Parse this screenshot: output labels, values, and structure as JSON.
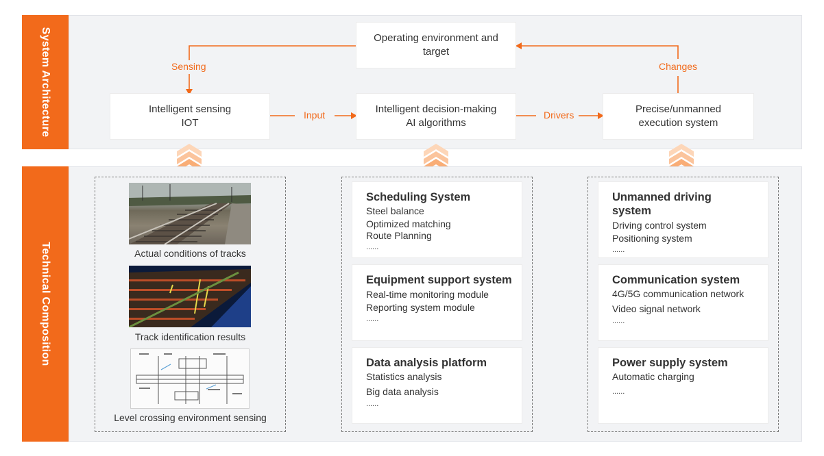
{
  "side_labels": {
    "top": "System Architecture",
    "bottom": "Technical Composition"
  },
  "architecture": {
    "environment": {
      "line1": "Operating environment and",
      "line2": "target"
    },
    "sensing_box": {
      "line1": "Intelligent sensing",
      "line2": "IOT"
    },
    "decision_box": {
      "line1": "Intelligent decision-making",
      "line2": "AI algorithms"
    },
    "execution_box": {
      "line1": "Precise/unmanned",
      "line2": "execution system"
    },
    "labels": {
      "sensing": "Sensing",
      "input": "Input",
      "drivers": "Drivers",
      "changes": "Changes"
    }
  },
  "sensing_panel": {
    "images": [
      {
        "caption": "Actual conditions of tracks",
        "icon": "track-photo"
      },
      {
        "caption": "Track identification results",
        "icon": "point-cloud-image"
      },
      {
        "caption": "Level crossing environment sensing",
        "icon": "crossing-schematic"
      }
    ]
  },
  "decision_panel": {
    "cards": [
      {
        "title": "Scheduling System",
        "items": [
          "Steel balance",
          "Optimized matching",
          "Route Planning",
          "......"
        ]
      },
      {
        "title": "Equipment support system",
        "items": [
          "Real-time monitoring module",
          "Reporting system module",
          "......"
        ]
      },
      {
        "title": "Data analysis platform",
        "items": [
          "Statistics analysis",
          "Big data analysis",
          "......"
        ]
      }
    ]
  },
  "execution_panel": {
    "cards": [
      {
        "title": "Unmanned driving system",
        "items": [
          "Driving control system",
          "Positioning system",
          "......"
        ]
      },
      {
        "title": "Communication system",
        "items": [
          "4G/5G communication network",
          "Video signal network",
          "......"
        ]
      },
      {
        "title": "Power supply system",
        "items": [
          "Automatic charging",
          "......"
        ]
      }
    ]
  },
  "colors": {
    "accent": "#f26a1b",
    "band": "#f2f3f5",
    "chevron": "#fbc49c"
  }
}
